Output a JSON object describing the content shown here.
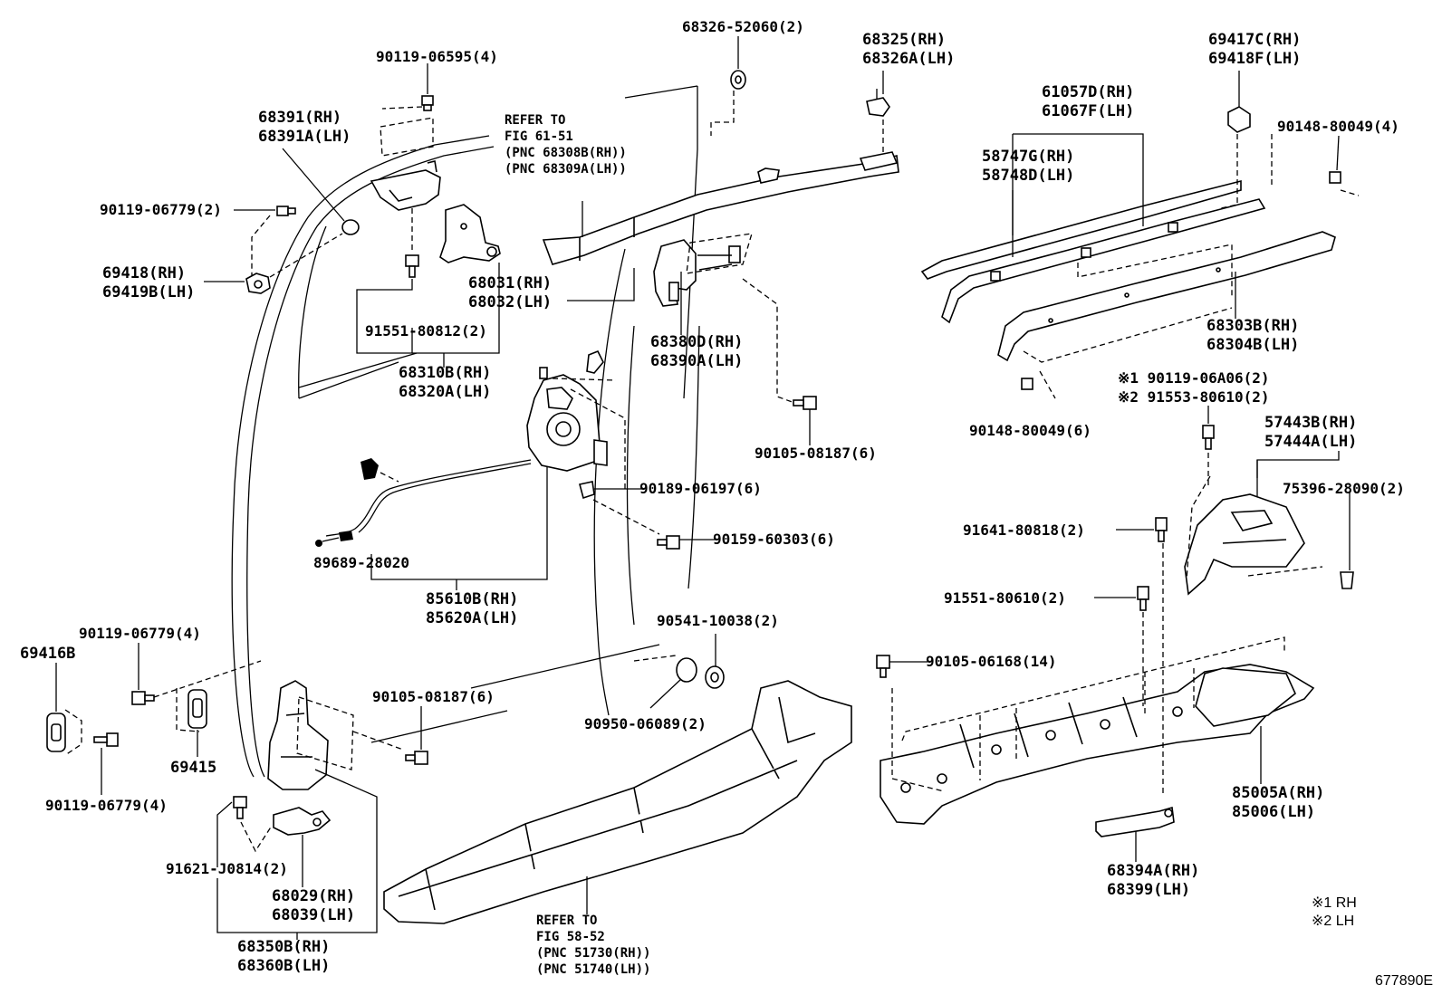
{
  "labels": {
    "p_68326_52060": "68326-52060(2)",
    "p_90119_06595": "90119-06595(4)",
    "p_68325": "68325(RH)",
    "p_68326a": "68326A(LH)",
    "p_69417c": "69417C(RH)",
    "p_69418f": "69418F(LH)",
    "p_68391": "68391(RH)",
    "p_68391a": "68391A(LH)",
    "refer1": [
      "REFER TO",
      "FIG 61-51",
      "(PNC 68308B(RH))",
      "(PNC 68309A(LH))"
    ],
    "p_61057d": "61057D(RH)",
    "p_61067f": "61067F(LH)",
    "p_90148_80049_4": "90148-80049(4)",
    "p_58747g": "58747G(RH)",
    "p_58748d": "58748D(LH)",
    "p_90119_06779_2": "90119-06779(2)",
    "p_69418": "69418(RH)",
    "p_69419b": "69419B(LH)",
    "p_68031": "68031(RH)",
    "p_68032": "68032(LH)",
    "p_91551_80812": "91551-80812(2)",
    "p_68310b": "68310B(RH)",
    "p_68320a": "68320A(LH)",
    "p_68380d": "68380D(RH)",
    "p_68390a": "68390A(LH)",
    "p_68303b": "68303B(RH)",
    "p_68304b": "68304B(LH)",
    "p_90119_06a06": "※1 90119-06A06(2)",
    "p_91553_80610": "※2 91553-80610(2)",
    "p_90148_80049_6": "90148-80049(6)",
    "p_90105_08187_top": "90105-08187(6)",
    "p_57443b": "57443B(RH)",
    "p_57444a": "57444A(LH)",
    "p_90189_06197": "90189-06197(6)",
    "p_75396_28090": "75396-28090(2)",
    "p_91641_80818": "91641-80818(2)",
    "p_90159_60303": "90159-60303(6)",
    "p_89689_28020": "89689-28020",
    "p_85610b": "85610B(RH)",
    "p_85620a": "85620A(LH)",
    "p_91551_80610": "91551-80610(2)",
    "p_90541_10038": "90541-10038(2)",
    "p_90119_06779_4a": "90119-06779(4)",
    "p_69416b": "69416B",
    "p_90105_06168": "90105-06168(14)",
    "p_90105_08187_mid": "90105-08187(6)",
    "p_90950_06089": "90950-06089(2)",
    "p_69415": "69415",
    "p_90119_06779_4b": "90119-06779(4)",
    "p_85005a": "85005A(RH)",
    "p_85006": "85006(LH)",
    "p_91621_j0814": "91621-J0814(2)",
    "p_68029": "68029(RH)",
    "p_68039": "68039(LH)",
    "p_68394a": "68394A(RH)",
    "p_68399": "68399(LH)",
    "refer2": [
      "REFER TO",
      "FIG 58-52",
      "(PNC 51730(RH))",
      "(PNC 51740(LH))"
    ],
    "p_68350b": "68350B(RH)",
    "p_68360b": "68360B(LH)",
    "legend1": "※1 RH",
    "legend2": "※2 LH",
    "code": "677890E"
  }
}
